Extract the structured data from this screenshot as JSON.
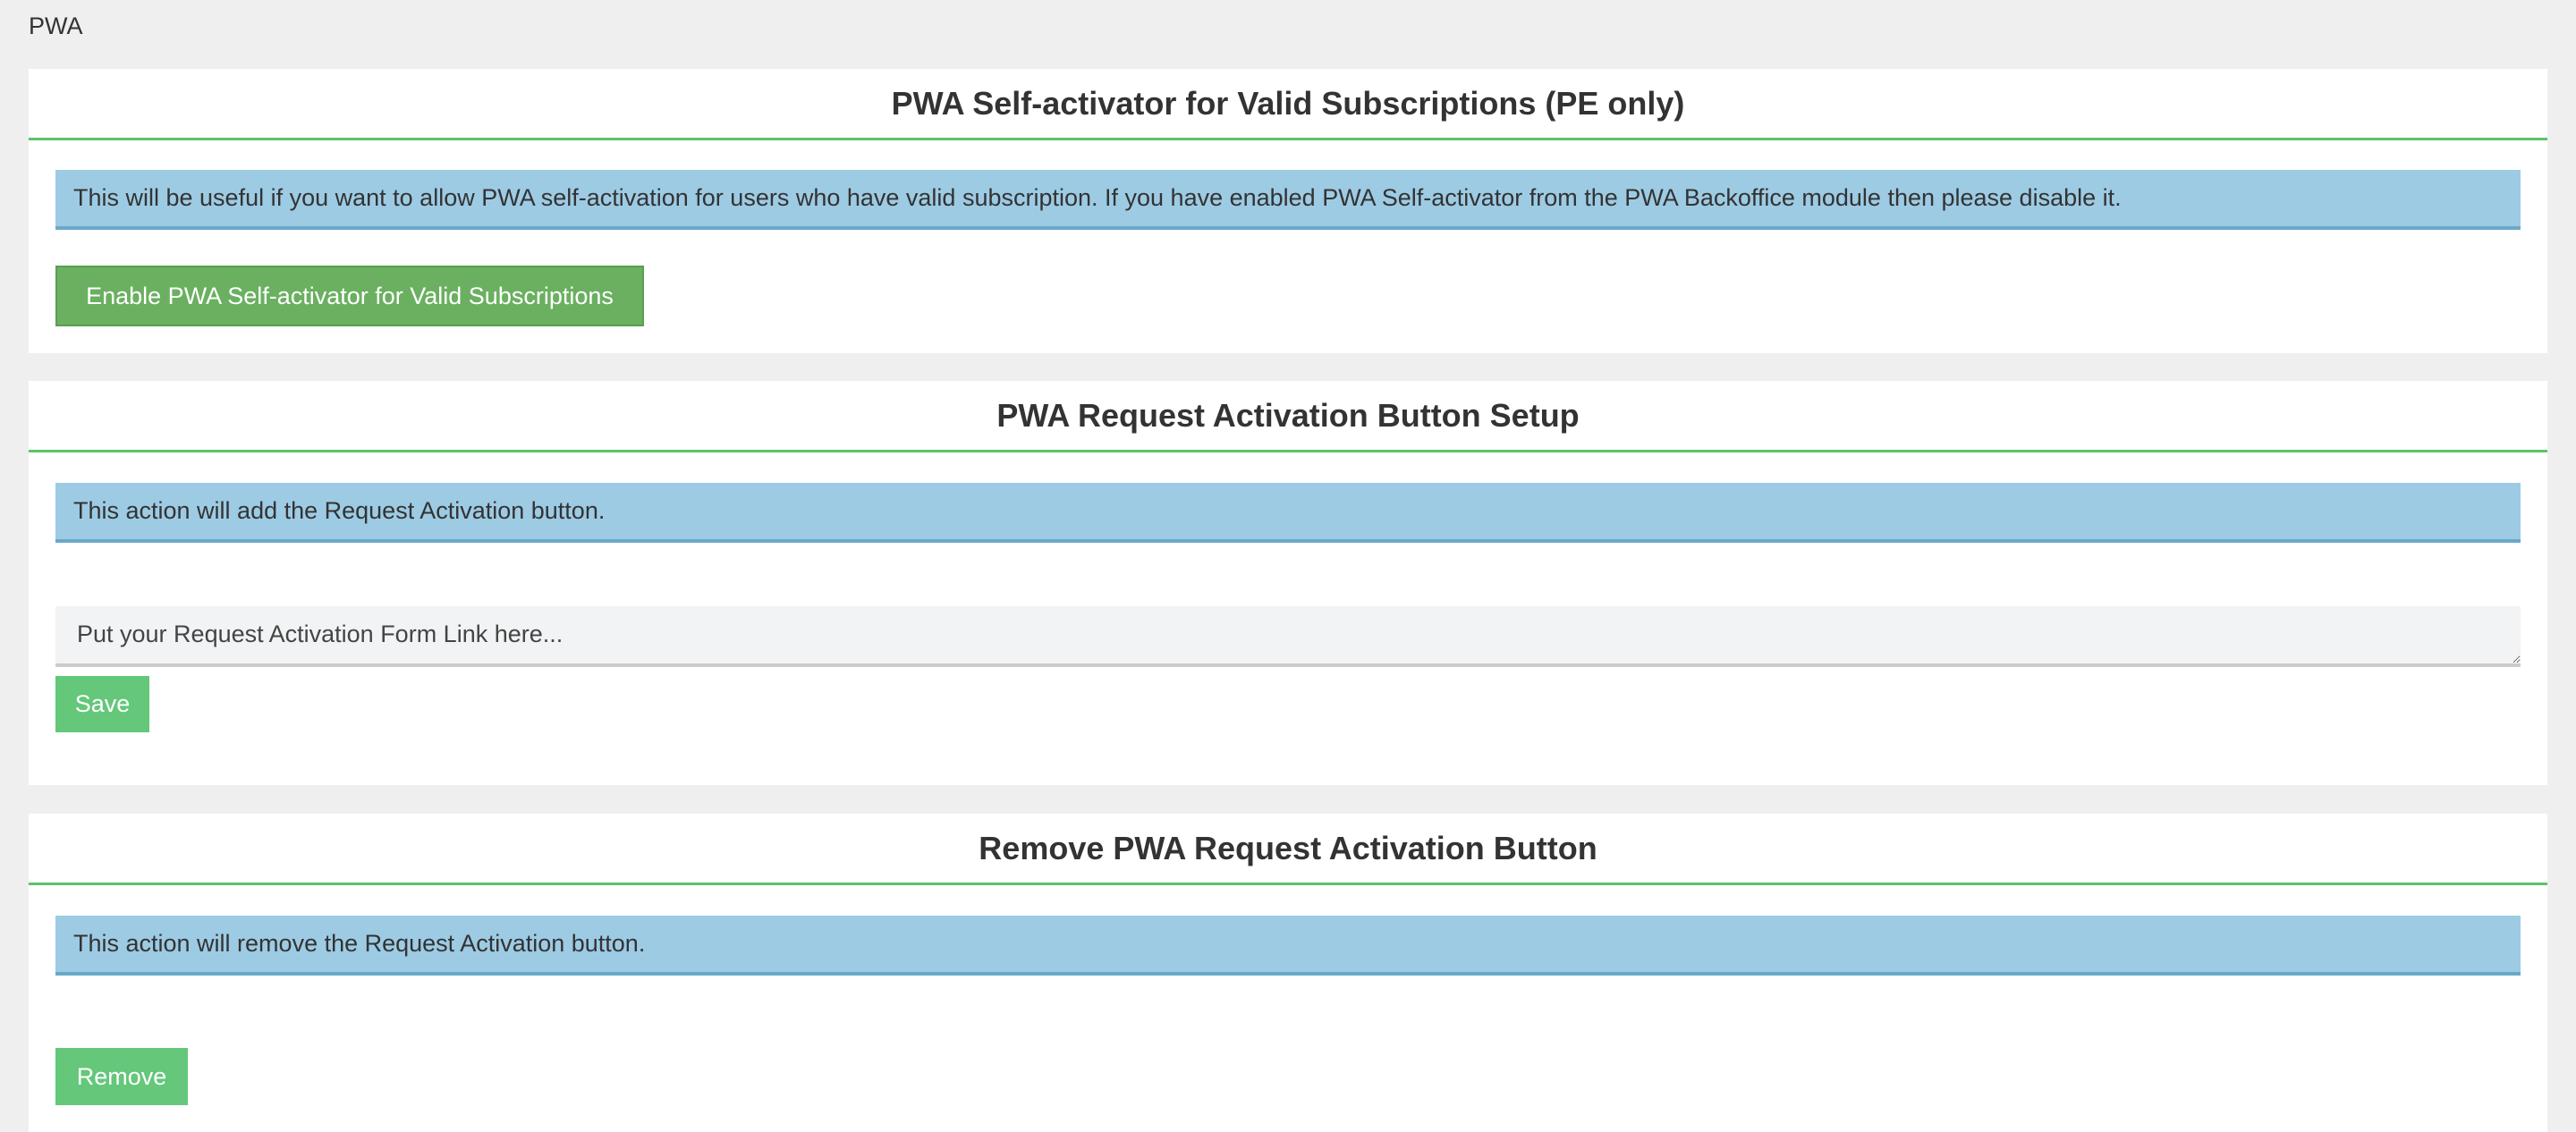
{
  "page": {
    "title": "PWA"
  },
  "sections": [
    {
      "title": "PWA Self-activator for Valid Subscriptions (PE only)",
      "info": "This will be useful if you want to allow PWA self-activation for users who have valid subscription. If you have enabled PWA Self-activator from the PWA Backoffice module then please disable it.",
      "button_label": "Enable PWA Self-activator for Valid Subscriptions"
    },
    {
      "title": "PWA Request Activation Button Setup",
      "info": "This action will add the Request Activation button.",
      "input_placeholder": "Put your Request Activation Form Link here...",
      "input_value": "",
      "button_label": "Save"
    },
    {
      "title": "Remove PWA Request Activation Button",
      "info": "This action will remove the Request Activation button.",
      "button_label": "Remove"
    }
  ],
  "colors": {
    "page_background": "#efefef",
    "card_background": "#ffffff",
    "header_underline": "#5cc26a",
    "info_background": "#9dcbe4",
    "primary_button": "#6ab060",
    "success_button": "#64c77a"
  }
}
